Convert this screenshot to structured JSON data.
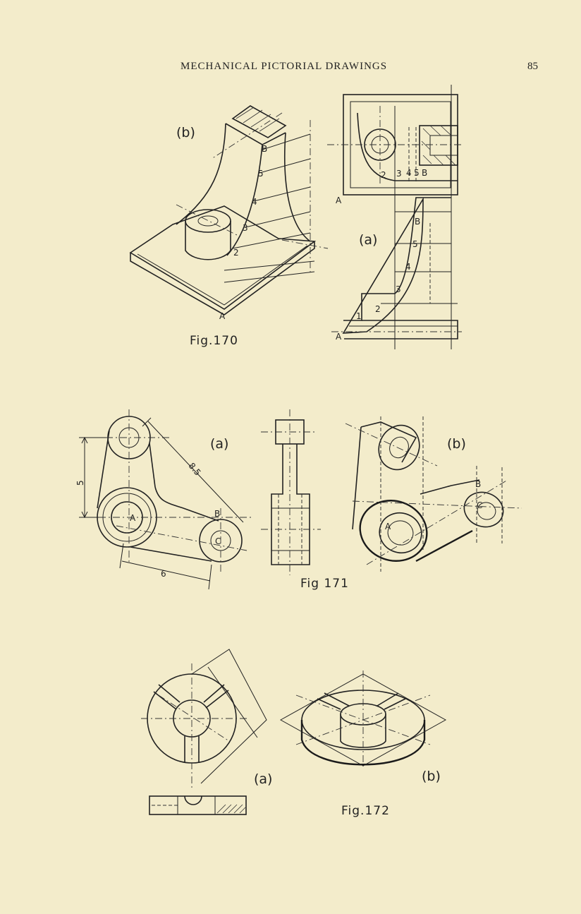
{
  "header": {
    "running_title": "MECHANICAL PICTORIAL DRAWINGS",
    "page_number": "85"
  },
  "figures": {
    "fig170": {
      "caption": "Fig.170",
      "view_a_label": "(a)",
      "view_b_label": "(b)",
      "point_labels": [
        "A",
        "B",
        "2",
        "3",
        "4",
        "5"
      ],
      "plan_labels": [
        "A",
        "2",
        "3",
        "4",
        "5",
        "B"
      ],
      "elevation_labels": [
        "A",
        "1",
        "2",
        "3",
        "4",
        "5",
        "B"
      ]
    },
    "fig171": {
      "caption": "Fig 171",
      "view_a_label": "(a)",
      "view_b_label": "(b)",
      "dim_vertical": "5",
      "dim_horizontal": "6",
      "dim_diagonal": "8.5",
      "points": [
        "A",
        "B",
        "C"
      ],
      "iso_points": [
        "A",
        "B",
        "C"
      ]
    },
    "fig172": {
      "caption": "Fig.172",
      "view_a_label": "(a)",
      "view_b_label": "(b)"
    }
  }
}
